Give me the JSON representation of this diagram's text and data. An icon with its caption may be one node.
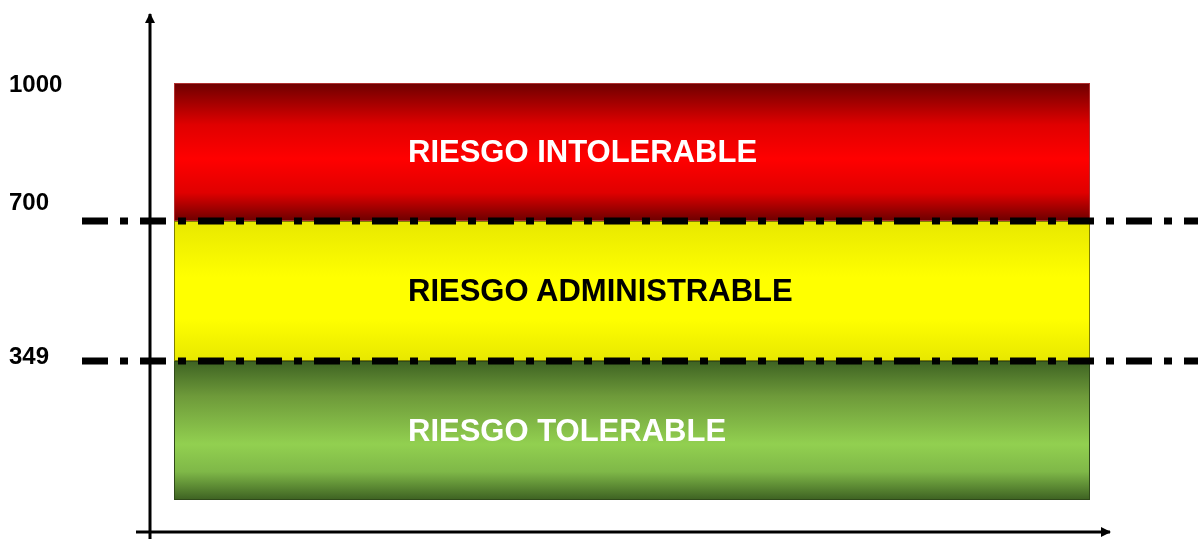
{
  "diagram": {
    "nodes": [
      {
        "text": [
          "RIESGO INTOLERABLE"
        ]
      },
      {
        "text": [
          "RIESGO ADMINISTRABLE"
        ]
      },
      {
        "text": [
          "RIESGO TOLERABLE"
        ]
      }
    ],
    "labels": [
      "1000",
      "700",
      "349"
    ]
  }
}
